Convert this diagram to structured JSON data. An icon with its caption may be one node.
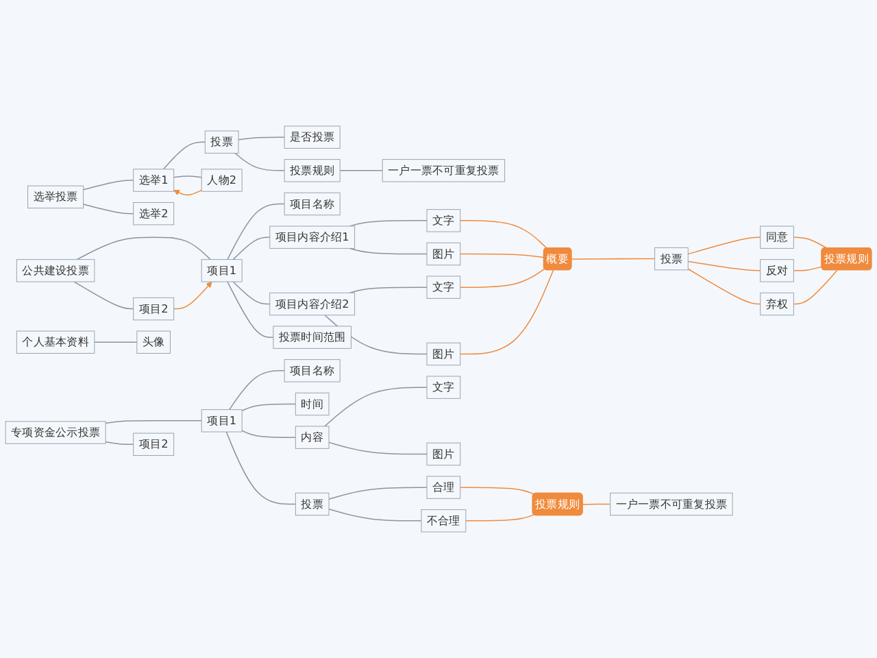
{
  "diagram": {
    "nodes": [
      {
        "text": [
          "选举投票"
        ]
      },
      {
        "text": [
          "选举1"
        ]
      },
      {
        "text": [
          "投票"
        ]
      },
      {
        "text": [
          "是否投票"
        ]
      },
      {
        "text": [
          "投票规则"
        ]
      },
      {
        "text": [
          "一户一票不可重复投票"
        ]
      },
      {
        "text": [
          "人物2"
        ]
      },
      {
        "text": [
          "选举2"
        ]
      },
      {
        "text": [
          "公共建设投票"
        ]
      },
      {
        "text": [
          "项目1"
        ]
      },
      {
        "text": [
          "项目名称"
        ]
      },
      {
        "text": [
          "项目内容介绍1"
        ]
      },
      {
        "text": [
          "文字"
        ]
      },
      {
        "text": [
          "图片"
        ]
      },
      {
        "text": [
          "项目内容介绍2"
        ]
      },
      {
        "text": [
          "文字"
        ]
      },
      {
        "text": [
          "图片"
        ]
      },
      {
        "text": [
          "投票时间范围"
        ]
      },
      {
        "text": [
          "项目2"
        ]
      },
      {
        "text": [
          "概要"
        ]
      },
      {
        "text": [
          "投票"
        ]
      },
      {
        "text": [
          "同意"
        ]
      },
      {
        "text": [
          "反对"
        ]
      },
      {
        "text": [
          "弃权"
        ]
      },
      {
        "text": [
          "投票规则"
        ]
      },
      {
        "text": [
          "专项资金公示投票"
        ]
      },
      {
        "text": [
          "项目1"
        ]
      },
      {
        "text": [
          "项目名称"
        ]
      },
      {
        "text": [
          "时间"
        ]
      },
      {
        "text": [
          "内容"
        ]
      },
      {
        "text": [
          "文字"
        ]
      },
      {
        "text": [
          "图片"
        ]
      },
      {
        "text": [
          "投票"
        ]
      },
      {
        "text": [
          "合理"
        ]
      },
      {
        "text": [
          "不合理"
        ]
      },
      {
        "text": [
          "投票规则"
        ]
      },
      {
        "text": [
          "一户一票不可重复投票"
        ]
      },
      {
        "text": [
          "项目2"
        ]
      },
      {
        "text": [
          "个人基本资料"
        ]
      },
      {
        "text": [
          "头像"
        ]
      }
    ],
    "edges": [
      {
        "from": 0,
        "to": 1,
        "arrow": "none"
      },
      {
        "from": 1,
        "to": 2,
        "arrow": "none"
      },
      {
        "from": 2,
        "to": 3,
        "arrow": "none"
      },
      {
        "from": 2,
        "to": 4,
        "arrow": "none"
      },
      {
        "from": 4,
        "to": 5,
        "arrow": "none"
      },
      {
        "from": 1,
        "to": 6,
        "arrow": "none"
      },
      {
        "from": 6,
        "to": 1,
        "arrow": "to",
        "color": "#f08a3c"
      },
      {
        "from": 0,
        "to": 7,
        "arrow": "none"
      },
      {
        "from": 8,
        "to": 9,
        "arrow": "none"
      },
      {
        "from": 9,
        "to": 10,
        "arrow": "none"
      },
      {
        "from": 9,
        "to": 11,
        "arrow": "none"
      },
      {
        "from": 11,
        "to": 12,
        "arrow": "none"
      },
      {
        "from": 11,
        "to": 13,
        "arrow": "none"
      },
      {
        "from": 9,
        "to": 14,
        "arrow": "none"
      },
      {
        "from": 14,
        "to": 15,
        "arrow": "none"
      },
      {
        "from": 14,
        "to": 16,
        "arrow": "none"
      },
      {
        "from": 9,
        "to": 17,
        "arrow": "none"
      },
      {
        "from": 8,
        "to": 18,
        "arrow": "none"
      },
      {
        "from": 18,
        "to": 9,
        "arrow": "to",
        "color": "#f08a3c"
      },
      {
        "from": 12,
        "to": 19,
        "arrow": "none",
        "color": "#f08a3c"
      },
      {
        "from": 13,
        "to": 19,
        "arrow": "none",
        "color": "#f08a3c"
      },
      {
        "from": 15,
        "to": 19,
        "arrow": "none",
        "color": "#f08a3c"
      },
      {
        "from": 16,
        "to": 19,
        "arrow": "none",
        "color": "#f08a3c"
      },
      {
        "from": 19,
        "to": 20,
        "arrow": "none",
        "color": "#f08a3c"
      },
      {
        "from": 20,
        "to": 21,
        "arrow": "none",
        "color": "#f08a3c"
      },
      {
        "from": 20,
        "to": 22,
        "arrow": "none",
        "color": "#f08a3c"
      },
      {
        "from": 20,
        "to": 23,
        "arrow": "none",
        "color": "#f08a3c"
      },
      {
        "from": 21,
        "to": 24,
        "arrow": "none",
        "color": "#f08a3c"
      },
      {
        "from": 22,
        "to": 24,
        "arrow": "none",
        "color": "#f08a3c"
      },
      {
        "from": 23,
        "to": 24,
        "arrow": "none",
        "color": "#f08a3c"
      },
      {
        "from": 25,
        "to": 26,
        "arrow": "none"
      },
      {
        "from": 26,
        "to": 27,
        "arrow": "none"
      },
      {
        "from": 26,
        "to": 28,
        "arrow": "none"
      },
      {
        "from": 26,
        "to": 29,
        "arrow": "none"
      },
      {
        "from": 29,
        "to": 30,
        "arrow": "none"
      },
      {
        "from": 29,
        "to": 31,
        "arrow": "none"
      },
      {
        "from": 26,
        "to": 32,
        "arrow": "none"
      },
      {
        "from": 32,
        "to": 33,
        "arrow": "none"
      },
      {
        "from": 32,
        "to": 34,
        "arrow": "none"
      },
      {
        "from": 33,
        "to": 35,
        "arrow": "none",
        "color": "#f08a3c"
      },
      {
        "from": 34,
        "to": 35,
        "arrow": "none",
        "color": "#f08a3c"
      },
      {
        "from": 35,
        "to": 36,
        "arrow": "none",
        "color": "#f08a3c"
      },
      {
        "from": 25,
        "to": 37,
        "arrow": "none"
      },
      {
        "from": 38,
        "to": 39,
        "arrow": "none"
      }
    ]
  }
}
